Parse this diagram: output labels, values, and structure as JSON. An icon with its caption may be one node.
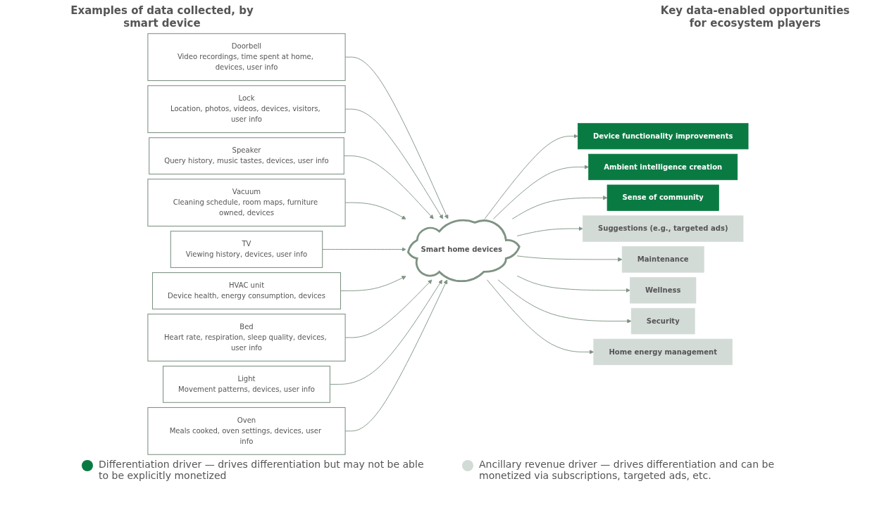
{
  "diagram": {
    "nodes": [
      {
        "text": [
          "Doorbell",
          "Video recordings, time spent at home, devices, user info"
        ]
      },
      {
        "text": [
          "Lock",
          "Location, photos, videos, devices, visitors, user info"
        ]
      },
      {
        "text": [
          "Speaker",
          "Query history, music tastes, devices, user info"
        ]
      },
      {
        "text": [
          "Vacuum",
          "Cleaning schedule, room maps, furniture owned, devices"
        ]
      },
      {
        "text": [
          "TV",
          "Viewing history, devices, user info"
        ]
      },
      {
        "text": [
          "HVAC unit",
          "Device health, energy consumption, devices"
        ]
      },
      {
        "text": [
          "Bed",
          "Heart rate, respiration, sleep quality, devices, user info"
        ]
      },
      {
        "text": [
          "Light",
          "Movement patterns, devices, user info"
        ]
      },
      {
        "text": [
          "Oven",
          "Meals cooked, oven settings, devices, user info"
        ]
      },
      {
        "text": [
          "Smart home devices"
        ]
      },
      {
        "text": [
          "Device functionality improvements"
        ]
      },
      {
        "text": [
          "Ambient intelligence creation"
        ]
      },
      {
        "text": [
          "Sense of community"
        ]
      },
      {
        "text": [
          "Suggestions (e.g., targeted ads)"
        ]
      },
      {
        "text": [
          "Maintenance"
        ]
      },
      {
        "text": [
          "Wellness"
        ]
      },
      {
        "text": [
          "Security"
        ]
      },
      {
        "text": [
          "Home energy management"
        ]
      }
    ],
    "edges": [
      {
        "from": 0,
        "to": 9,
        "arrow": "to"
      },
      {
        "from": 1,
        "to": 9,
        "arrow": "to"
      },
      {
        "from": 2,
        "to": 9,
        "arrow": "to"
      },
      {
        "from": 3,
        "to": 9,
        "arrow": "to"
      },
      {
        "from": 4,
        "to": 9,
        "arrow": "to"
      },
      {
        "from": 5,
        "to": 9,
        "arrow": "to"
      },
      {
        "from": 6,
        "to": 9,
        "arrow": "to"
      },
      {
        "from": 7,
        "to": 9,
        "arrow": "to"
      },
      {
        "from": 8,
        "to": 9,
        "arrow": "to"
      },
      {
        "from": 9,
        "to": 10,
        "arrow": "to"
      },
      {
        "from": 9,
        "to": 11,
        "arrow": "to"
      },
      {
        "from": 9,
        "to": 12,
        "arrow": "to"
      },
      {
        "from": 9,
        "to": 13,
        "arrow": "to"
      },
      {
        "from": 9,
        "to": 14,
        "arrow": "to"
      },
      {
        "from": 9,
        "to": 15,
        "arrow": "to"
      },
      {
        "from": 9,
        "to": 16,
        "arrow": "to"
      },
      {
        "from": 9,
        "to": 17,
        "arrow": "to"
      }
    ],
    "labels": [
      "Examples of data collected, by smart device",
      "Key data-enabled opportunities for ecosystem players"
    ],
    "legend": [
      {
        "text": "Differentiation driver — drives differentiation but may not be able to be explicitly monetized",
        "color": "#0a7a43"
      },
      {
        "text": "Ancillary revenue driver — drives differentiation and can be monetized via subscriptions, targeted ads, etc.",
        "color": "#d3dbd7"
      }
    ]
  }
}
